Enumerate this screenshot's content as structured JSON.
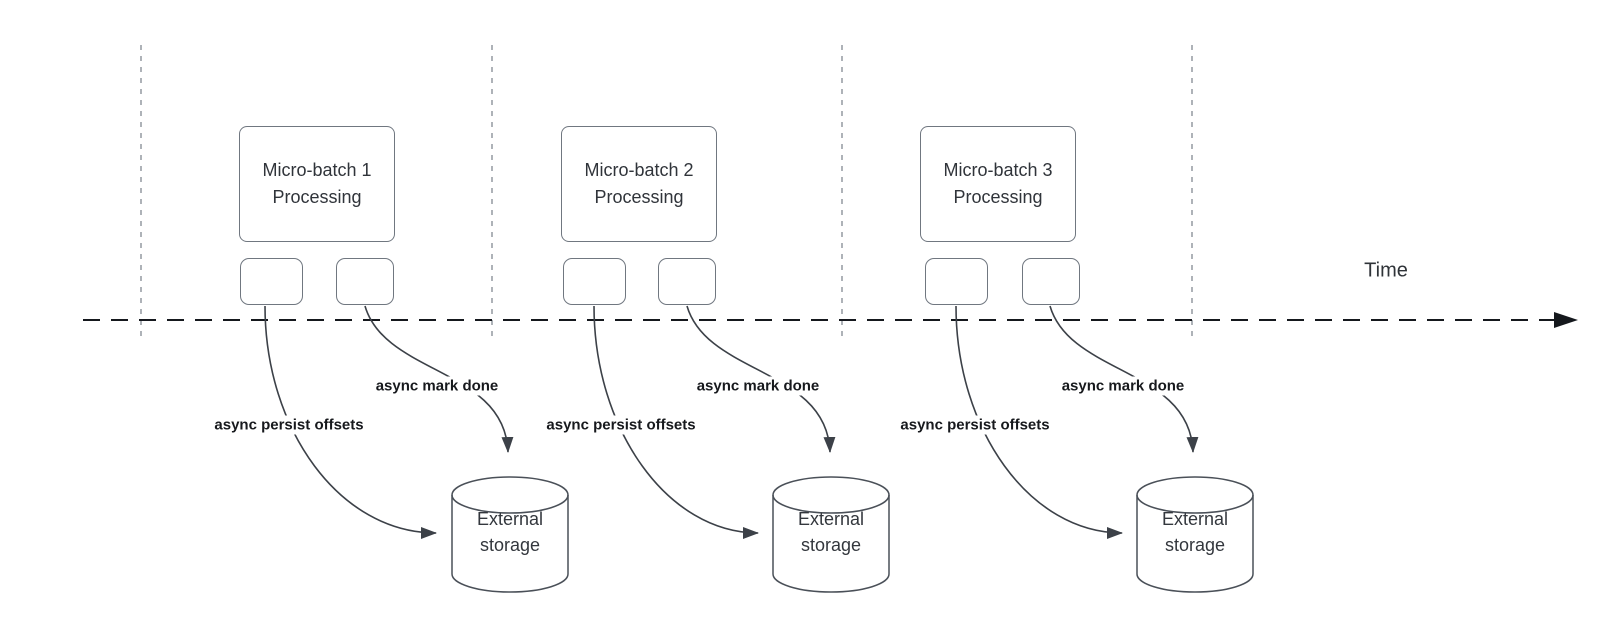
{
  "diagram": {
    "time_label": "Time",
    "groups": [
      {
        "title_line1": "Micro-batch 1",
        "title_line2": "Processing",
        "persist_label": "async persist offsets",
        "mark_done_label": "async mark done",
        "storage_line1": "External",
        "storage_line2": "storage"
      },
      {
        "title_line1": "Micro-batch 2",
        "title_line2": "Processing",
        "persist_label": "async persist offsets",
        "mark_done_label": "async mark done",
        "storage_line1": "External",
        "storage_line2": "storage"
      },
      {
        "title_line1": "Micro-batch 3",
        "title_line2": "Processing",
        "persist_label": "async persist offsets",
        "mark_done_label": "async mark done",
        "storage_line1": "External",
        "storage_line2": "storage"
      }
    ],
    "colors": {
      "ink": "#30343a",
      "arrow_line": "#3c4148",
      "gridline": "#9aa0a6",
      "timeline": "#15181d",
      "shape_border": "#707780",
      "background": "#ffffff"
    }
  }
}
